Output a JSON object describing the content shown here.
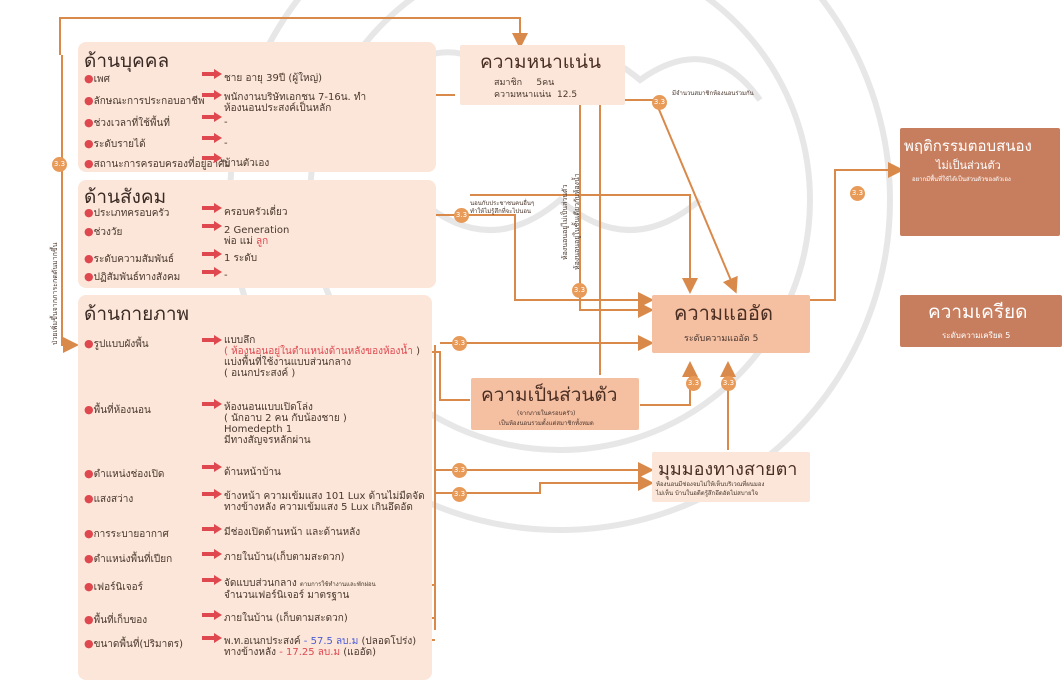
{
  "personal": {
    "title": "ด้านบุคคล",
    "rows": [
      {
        "label": "เพศ",
        "value": "ชาย อายุ 39ปี (ผู้ใหญ่)"
      },
      {
        "label": "ลักษณะการประกอบอาชีพ",
        "value": "พนักงานบริษัทเอกชน 7-16น. ทำ",
        "value2": "ห้องนอนประสงค์เป็นหลัก"
      },
      {
        "label": "ช่วงเวลาที่ใช้พื้นที่",
        "value": "-"
      },
      {
        "label": "ระดับรายได้",
        "value": "-"
      },
      {
        "label": "สถานะการครอบครองที่อยู่อาศัย",
        "value": "บ้านตัวเอง"
      }
    ]
  },
  "social": {
    "title": "ด้านสังคม",
    "rows": [
      {
        "label": "ประเภทครอบครัว",
        "value": "ครอบครัวเดี่ยว"
      },
      {
        "label": "ช่วงวัย",
        "value": "2 Generation",
        "value2a": "พ่อ แม่ ",
        "value2b": "ลูก"
      },
      {
        "label": "ระดับความสัมพันธ์",
        "value": "1 ระดับ"
      },
      {
        "label": "ปฏิสัมพันธ์ทางสังคม",
        "value": "-"
      }
    ]
  },
  "physical": {
    "title": "ด้านกายภาพ",
    "rows": [
      {
        "label": "รูปแบบผังพื้น",
        "value": "แบบลึก",
        "value2a": "( ห้องนอนอยู่ในตำแหน่งด้านหลังของห้องน้ำ",
        "value2b": " )",
        "value3": "แบ่งพื้นที่ใช้งานแบบส่วนกลาง",
        "value4": "( อเนกประสงค์ )"
      },
      {
        "label": "พื้นที่ห้องนอน",
        "value": "ห้องนอนแบบเปิดโล่ง",
        "value2": "( นักอาบ 2 คน กับน้องชาย )",
        "value3": "Homedepth 1",
        "value4": "มีทางสัญจรหลักผ่าน"
      },
      {
        "label": "ตำแหน่งช่องเปิด",
        "value": "ด้านหน้าบ้าน"
      },
      {
        "label": "แสงสว่าง",
        "value": "ข้างหน้า ความเข้มแสง 101 Lux ด้านไม่มืดจัด",
        "value2": "ทางข้างหลัง ความเข้มแสง 5 Lux เกินอึดอัด"
      },
      {
        "label": "การระบายอากาศ",
        "value": "มีช่องเปิดด้านหน้า และด้านหลัง"
      },
      {
        "label": "ตำแหน่งพื้นที่เปียก",
        "value": "ภายในบ้าน(เก็บตามสะดวก)"
      },
      {
        "label": "เฟอร์นิเจอร์",
        "value": "จัดแบบส่วนกลาง",
        "value_small": "ตามการใช้ทำงานและพักผ่อน",
        "value2": "จำนวนเฟอร์นิเจอร์ มาตรฐาน"
      },
      {
        "label": "พื้นที่เก็บของ",
        "value": "ภายในบ้าน (เก็บตามสะดวก)"
      },
      {
        "label": "ขนาดพื้นที่(ปริมาตร)",
        "value": "พ.ท.อเนกประสงค์",
        "value_b": " - 57.5 ลบ.ม",
        "value_c": " (ปลอดโปร่ง)",
        "value2": "ทางข้างหลัง",
        "value2_b": "  - 17.25 ลบ.ม",
        "value2_c": " (แออัด)"
      }
    ]
  },
  "density": {
    "title": "ความหนาแน่น",
    "line1_label": "สมาชิก",
    "line1_value": "5คน",
    "line2_label": "ความหนาแน่น",
    "line2_value": "12.5"
  },
  "crowding": {
    "title": "ความแออัด",
    "sub": "ระดับความแออัด 5"
  },
  "privacy": {
    "title": "ความเป็นส่วนตัว",
    "sub1": "(จากภายในครอบครัว)",
    "sub2": "เป็นห้องนอนรวมตั้งแต่สมาชิกทั้งหมด"
  },
  "sightline": {
    "title": "มุมมองทางสายตา",
    "sub1": "ห้องนอนมีช่องจมไม่ให้เห็นบริเวณที่ผนมอง",
    "sub2": "ไม่เห็น บ้านในอดีตรู้สึกอึดอัดไม่สบายใจ"
  },
  "response": {
    "title": "พฤติกรรมตอบสนอง",
    "sub": "ไม่เป็นส่วนตัว",
    "sub2": "อยากมีพื้นที่ใช้ได้เป็นส่วนตัวของตัวเอง"
  },
  "stress": {
    "title": "ความเครียด",
    "sub": "ระดับความเครียด 5"
  },
  "notes": {
    "density_note": "มีจำนวนสมาชิกห้องนอนร่วมกัน",
    "social_note1": "นอนกับประชาชนคนอื่นๆ",
    "social_note2": "ทำให้ไม่รู้สึกที่จะไปนอน",
    "vert1": "ห้องนอนอยู่ไม่เป็นส่วนตัว",
    "vert2": "ห้องนอนอยู่ในชั้นเดียวกับห้องน้ำ",
    "left_vert": "ป่วยเพิ่มขึ้นจากภาระกดดันมากขึ้น"
  },
  "badge_text": "3.3",
  "colors": {
    "panel": "#fbe6d9",
    "box": "#f5bfa2",
    "dark_box": "#c77e5f",
    "line": "#d9894a",
    "red": "#e0484f"
  }
}
